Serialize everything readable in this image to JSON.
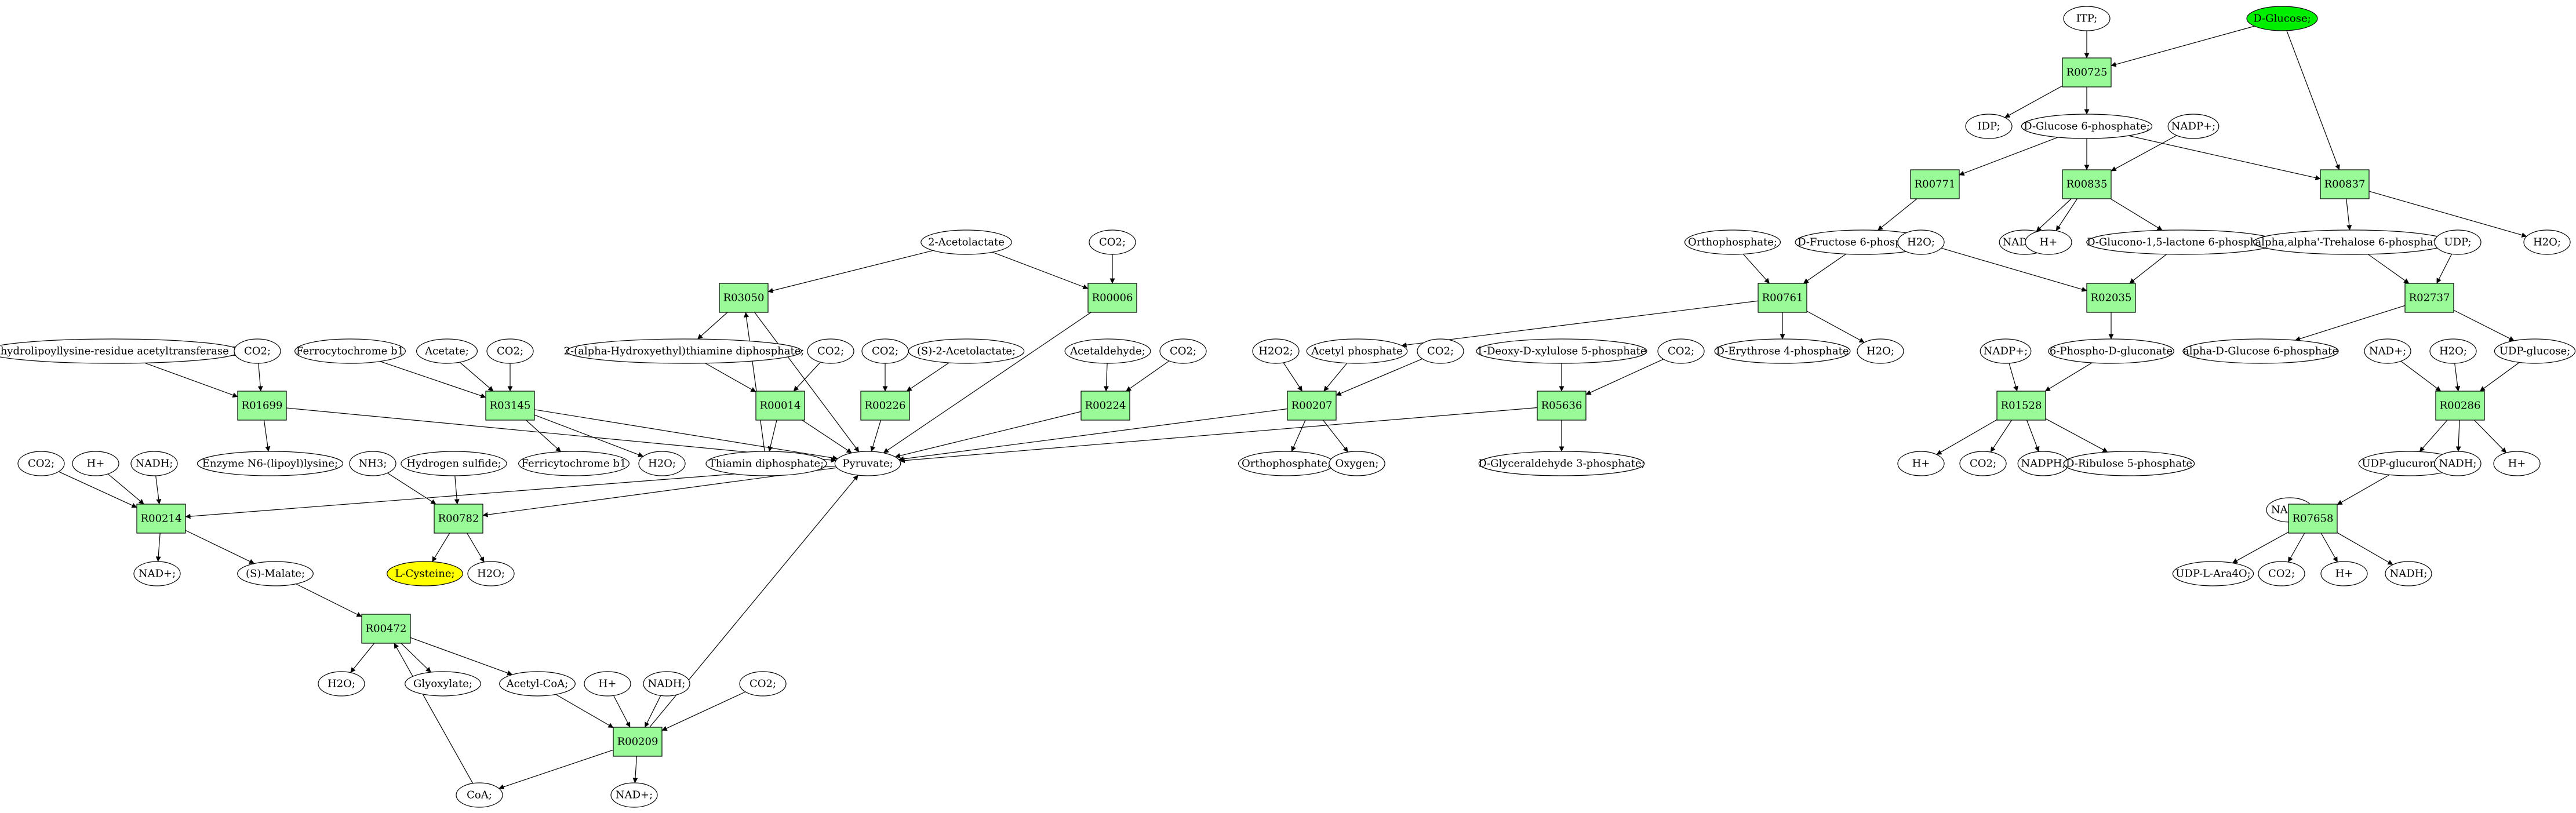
{
  "colors": {
    "reaction_fill": "#98fb98",
    "metabolite_fill": "#ffffff",
    "glucose_fill": "#00ee00",
    "cysteine_fill": "#ffff00",
    "edge": "#000000"
  },
  "nodes": [
    {
      "id": "n1",
      "type": "metabolite",
      "label": "ITP;"
    },
    {
      "id": "n2",
      "type": "metabolite",
      "label": "D-Glucose;",
      "highlight": "glucose"
    },
    {
      "id": "n3",
      "type": "reaction",
      "label": "R00725"
    },
    {
      "id": "n4",
      "type": "metabolite",
      "label": "IDP;"
    },
    {
      "id": "n5",
      "type": "metabolite",
      "label": "D-Glucose 6-phosphate;"
    },
    {
      "id": "n6",
      "type": "metabolite",
      "label": "NADP+;"
    },
    {
      "id": "n7",
      "type": "reaction",
      "label": "R00771"
    },
    {
      "id": "n8",
      "type": "reaction",
      "label": "R00835"
    },
    {
      "id": "n9",
      "type": "reaction",
      "label": "R00837"
    },
    {
      "id": "n10",
      "type": "metabolite",
      "label": "Orthophosphate;"
    },
    {
      "id": "n11",
      "type": "metabolite",
      "label": "D-Fructose 6-phosphate;"
    },
    {
      "id": "n12",
      "type": "metabolite",
      "label": "H2O;"
    },
    {
      "id": "n13",
      "type": "metabolite",
      "label": "NADPH;"
    },
    {
      "id": "n14",
      "type": "metabolite",
      "label": "H+"
    },
    {
      "id": "n15",
      "type": "metabolite",
      "label": "D-Glucono-1,5-lactone 6-phosphate;"
    },
    {
      "id": "n16",
      "type": "metabolite",
      "label": "alpha,alpha'-Trehalose 6-phosphate;"
    },
    {
      "id": "n17",
      "type": "metabolite",
      "label": "UDP;"
    },
    {
      "id": "n18",
      "type": "metabolite",
      "label": "H2O;"
    },
    {
      "id": "n19",
      "type": "metabolite",
      "label": "2-Acetolactate"
    },
    {
      "id": "n20",
      "type": "metabolite",
      "label": "CO2;"
    },
    {
      "id": "n21",
      "type": "reaction",
      "label": "R03050"
    },
    {
      "id": "n22",
      "type": "reaction",
      "label": "R00006"
    },
    {
      "id": "n23",
      "type": "reaction",
      "label": "R00761"
    },
    {
      "id": "n24",
      "type": "reaction",
      "label": "R02035"
    },
    {
      "id": "n25",
      "type": "reaction",
      "label": "R02737"
    },
    {
      "id": "n26",
      "type": "metabolite",
      "label": "Dihydrolipoyllysine-residue acetyltransferase ]"
    },
    {
      "id": "n27",
      "type": "metabolite",
      "label": "CO2;"
    },
    {
      "id": "n28",
      "type": "metabolite",
      "label": "Ferrocytochrome b1"
    },
    {
      "id": "n29",
      "type": "metabolite",
      "label": "Acetate;"
    },
    {
      "id": "n30",
      "type": "metabolite",
      "label": "CO2;"
    },
    {
      "id": "n31",
      "type": "metabolite",
      "label": "2-(alpha-Hydroxyethyl)thiamine diphosphate;"
    },
    {
      "id": "n32",
      "type": "metabolite",
      "label": "CO2;"
    },
    {
      "id": "n33",
      "type": "metabolite",
      "label": "CO2;"
    },
    {
      "id": "n34",
      "type": "metabolite",
      "label": "(S)-2-Acetolactate;"
    },
    {
      "id": "n35",
      "type": "metabolite",
      "label": "Acetaldehyde;"
    },
    {
      "id": "n36",
      "type": "metabolite",
      "label": "CO2;"
    },
    {
      "id": "n37",
      "type": "metabolite",
      "label": "H2O2;"
    },
    {
      "id": "n38",
      "type": "metabolite",
      "label": "Acetyl phosphate"
    },
    {
      "id": "n39",
      "type": "metabolite",
      "label": "CO2;"
    },
    {
      "id": "n40",
      "type": "metabolite",
      "label": "1-Deoxy-D-xylulose 5-phosphate"
    },
    {
      "id": "n41",
      "type": "metabolite",
      "label": "CO2;"
    },
    {
      "id": "n42",
      "type": "metabolite",
      "label": "D-Erythrose 4-phosphate"
    },
    {
      "id": "n43",
      "type": "metabolite",
      "label": "H2O;"
    },
    {
      "id": "n44",
      "type": "metabolite",
      "label": "6-Phospho-D-gluconate"
    },
    {
      "id": "n45",
      "type": "metabolite",
      "label": "alpha-D-Glucose 6-phosphate"
    },
    {
      "id": "n46",
      "type": "metabolite",
      "label": "NAD+;"
    },
    {
      "id": "n47",
      "type": "metabolite",
      "label": "H2O;"
    },
    {
      "id": "n48",
      "type": "metabolite",
      "label": "UDP-glucose;"
    },
    {
      "id": "n49",
      "type": "reaction",
      "label": "R01699"
    },
    {
      "id": "n50",
      "type": "reaction",
      "label": "R03145"
    },
    {
      "id": "n51",
      "type": "reaction",
      "label": "R00014"
    },
    {
      "id": "n52",
      "type": "reaction",
      "label": "R00226"
    },
    {
      "id": "n53",
      "type": "reaction",
      "label": "R00224"
    },
    {
      "id": "n54",
      "type": "reaction",
      "label": "R00207"
    },
    {
      "id": "n55",
      "type": "reaction",
      "label": "R05636"
    },
    {
      "id": "n56",
      "type": "metabolite",
      "label": "NADP+;"
    },
    {
      "id": "n57",
      "type": "reaction",
      "label": "R00286"
    },
    {
      "id": "n58",
      "type": "metabolite",
      "label": "CO2;"
    },
    {
      "id": "n59",
      "type": "metabolite",
      "label": "H+"
    },
    {
      "id": "n60",
      "type": "metabolite",
      "label": "NADH;"
    },
    {
      "id": "n61",
      "type": "metabolite",
      "label": "Enzyme N6-(lipoyl)lysine;"
    },
    {
      "id": "n62",
      "type": "metabolite",
      "label": "Ferricytochrome b1"
    },
    {
      "id": "n63",
      "type": "metabolite",
      "label": "H2O;"
    },
    {
      "id": "n64",
      "type": "metabolite",
      "label": "Thiamin diphosphate;"
    },
    {
      "id": "n65",
      "type": "metabolite",
      "label": "Pyruvate;"
    },
    {
      "id": "n66",
      "type": "metabolite",
      "label": "NH3;"
    },
    {
      "id": "n67",
      "type": "metabolite",
      "label": "Hydrogen sulfide;"
    },
    {
      "id": "n68",
      "type": "metabolite",
      "label": "Orthophosphate;"
    },
    {
      "id": "n69",
      "type": "metabolite",
      "label": "Oxygen;"
    },
    {
      "id": "n70",
      "type": "metabolite",
      "label": "D-Glyceraldehyde 3-phosphate;"
    },
    {
      "id": "n71",
      "type": "reaction",
      "label": "R01528"
    },
    {
      "id": "n72",
      "type": "metabolite",
      "label": "UDP-glucuronate;"
    },
    {
      "id": "n73",
      "type": "metabolite",
      "label": "NADH;"
    },
    {
      "id": "n74",
      "type": "metabolite",
      "label": "H+"
    },
    {
      "id": "n75",
      "type": "reaction",
      "label": "R00214"
    },
    {
      "id": "n76",
      "type": "reaction",
      "label": "R00782"
    },
    {
      "id": "n77",
      "type": "metabolite",
      "label": "H+"
    },
    {
      "id": "n78",
      "type": "metabolite",
      "label": "CO2;"
    },
    {
      "id": "n79",
      "type": "metabolite",
      "label": "NADPH;"
    },
    {
      "id": "n80",
      "type": "metabolite",
      "label": "D-Ribulose 5-phosphate"
    },
    {
      "id": "n81",
      "type": "metabolite",
      "label": "NAD+;"
    },
    {
      "id": "n82",
      "type": "metabolite",
      "label": "NAD+;"
    },
    {
      "id": "n83",
      "type": "metabolite",
      "label": "(S)-Malate;"
    },
    {
      "id": "n84",
      "type": "metabolite",
      "label": "L-Cysteine;",
      "highlight": "cysteine"
    },
    {
      "id": "n85",
      "type": "metabolite",
      "label": "H2O;"
    },
    {
      "id": "n86",
      "type": "reaction",
      "label": "R07658"
    },
    {
      "id": "n87",
      "type": "reaction",
      "label": "R00472"
    },
    {
      "id": "n88",
      "type": "metabolite",
      "label": "UDP-L-Ara4O;"
    },
    {
      "id": "n89",
      "type": "metabolite",
      "label": "CO2;"
    },
    {
      "id": "n90",
      "type": "metabolite",
      "label": "H+"
    },
    {
      "id": "n91",
      "type": "metabolite",
      "label": "NADH;"
    },
    {
      "id": "n92",
      "type": "metabolite",
      "label": "H2O;"
    },
    {
      "id": "n93",
      "type": "metabolite",
      "label": "Glyoxylate;"
    },
    {
      "id": "n94",
      "type": "metabolite",
      "label": "Acetyl-CoA;"
    },
    {
      "id": "n95",
      "type": "metabolite",
      "label": "H+"
    },
    {
      "id": "n96",
      "type": "metabolite",
      "label": "NADH;"
    },
    {
      "id": "n97",
      "type": "metabolite",
      "label": "CO2;"
    },
    {
      "id": "n98",
      "type": "reaction",
      "label": "R00209"
    },
    {
      "id": "n99",
      "type": "metabolite",
      "label": "CoA;"
    },
    {
      "id": "n100",
      "type": "metabolite",
      "label": "NAD+;"
    }
  ],
  "edges": [
    [
      "n1",
      "n3"
    ],
    [
      "n2",
      "n3"
    ],
    [
      "n2",
      "n9"
    ],
    [
      "n3",
      "n4"
    ],
    [
      "n3",
      "n5"
    ],
    [
      "n5",
      "n7"
    ],
    [
      "n5",
      "n8"
    ],
    [
      "n5",
      "n9"
    ],
    [
      "n6",
      "n8"
    ],
    [
      "n7",
      "n11"
    ],
    [
      "n8",
      "n13"
    ],
    [
      "n8",
      "n14"
    ],
    [
      "n8",
      "n15"
    ],
    [
      "n9",
      "n16"
    ],
    [
      "n9",
      "n18"
    ],
    [
      "n10",
      "n23"
    ],
    [
      "n11",
      "n23"
    ],
    [
      "n12",
      "n24"
    ],
    [
      "n15",
      "n24"
    ],
    [
      "n16",
      "n25"
    ],
    [
      "n17",
      "n25"
    ],
    [
      "n19",
      "n21"
    ],
    [
      "n19",
      "n22"
    ],
    [
      "n20",
      "n22"
    ],
    [
      "n21",
      "n31"
    ],
    [
      "n21",
      "n65"
    ],
    [
      "n22",
      "n65"
    ],
    [
      "n23",
      "n38"
    ],
    [
      "n23",
      "n42"
    ],
    [
      "n23",
      "n43"
    ],
    [
      "n24",
      "n44"
    ],
    [
      "n25",
      "n45"
    ],
    [
      "n25",
      "n48"
    ],
    [
      "n26",
      "n49"
    ],
    [
      "n27",
      "n49"
    ],
    [
      "n28",
      "n50"
    ],
    [
      "n29",
      "n50"
    ],
    [
      "n30",
      "n50"
    ],
    [
      "n31",
      "n51"
    ],
    [
      "n32",
      "n51"
    ],
    [
      "n33",
      "n52"
    ],
    [
      "n34",
      "n52"
    ],
    [
      "n35",
      "n53"
    ],
    [
      "n36",
      "n53"
    ],
    [
      "n37",
      "n54"
    ],
    [
      "n38",
      "n54"
    ],
    [
      "n39",
      "n54"
    ],
    [
      "n40",
      "n55"
    ],
    [
      "n41",
      "n55"
    ],
    [
      "n44",
      "n71"
    ],
    [
      "n56",
      "n71"
    ],
    [
      "n46",
      "n57"
    ],
    [
      "n47",
      "n57"
    ],
    [
      "n48",
      "n57"
    ],
    [
      "n49",
      "n61"
    ],
    [
      "n49",
      "n65"
    ],
    [
      "n50",
      "n62"
    ],
    [
      "n50",
      "n63"
    ],
    [
      "n50",
      "n65"
    ],
    [
      "n51",
      "n64"
    ],
    [
      "n51",
      "n65"
    ],
    [
      "n52",
      "n65"
    ],
    [
      "n53",
      "n65"
    ],
    [
      "n54",
      "n65"
    ],
    [
      "n54",
      "n68"
    ],
    [
      "n54",
      "n69"
    ],
    [
      "n55",
      "n65"
    ],
    [
      "n55",
      "n70"
    ],
    [
      "n64",
      "n21"
    ],
    [
      "n71",
      "n77"
    ],
    [
      "n71",
      "n78"
    ],
    [
      "n71",
      "n79"
    ],
    [
      "n71",
      "n80"
    ],
    [
      "n57",
      "n72"
    ],
    [
      "n57",
      "n73"
    ],
    [
      "n57",
      "n74"
    ],
    [
      "n58",
      "n75"
    ],
    [
      "n59",
      "n75"
    ],
    [
      "n60",
      "n75"
    ],
    [
      "n65",
      "n75"
    ],
    [
      "n66",
      "n76"
    ],
    [
      "n67",
      "n76"
    ],
    [
      "n65",
      "n76"
    ],
    [
      "n75",
      "n82"
    ],
    [
      "n75",
      "n83"
    ],
    [
      "n76",
      "n84"
    ],
    [
      "n76",
      "n85"
    ],
    [
      "n72",
      "n86"
    ],
    [
      "n81",
      "n86"
    ],
    [
      "n86",
      "n88"
    ],
    [
      "n86",
      "n89"
    ],
    [
      "n86",
      "n90"
    ],
    [
      "n86",
      "n91"
    ],
    [
      "n83",
      "n87"
    ],
    [
      "n99",
      "n87"
    ],
    [
      "n87",
      "n92"
    ],
    [
      "n87",
      "n93"
    ],
    [
      "n87",
      "n94"
    ],
    [
      "n94",
      "n98"
    ],
    [
      "n95",
      "n98"
    ],
    [
      "n96",
      "n98"
    ],
    [
      "n97",
      "n98"
    ],
    [
      "n98",
      "n99"
    ],
    [
      "n98",
      "n100"
    ],
    [
      "n98",
      "n65"
    ]
  ]
}
